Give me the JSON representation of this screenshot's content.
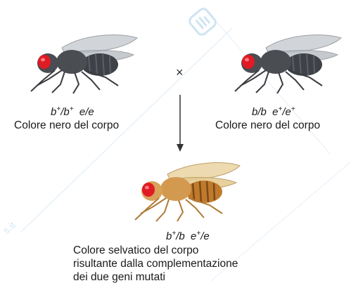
{
  "parent_left": {
    "genotype": [
      "b",
      "+",
      "/b",
      "+",
      "  e/e"
    ],
    "phenotype": "Colore nero del corpo"
  },
  "parent_right": {
    "genotype": [
      "b/b  e",
      "+",
      "/e",
      "+"
    ],
    "phenotype": "Colore nero del corpo"
  },
  "cross_symbol": "×",
  "offspring": {
    "genotype": [
      "b",
      "+",
      "/b  e",
      "+",
      "/e"
    ],
    "description": [
      "Colore selvatico del corpo",
      "risultante dalla complementazione",
      "dei due geni mutati"
    ]
  },
  "watermark": {
    "text": "s.it",
    "logo": "publisher-logo-icon"
  },
  "colors": {
    "black_body": "#4a4d52",
    "wild_body": "#c88a3c",
    "eye": "#e01b24",
    "watermark": "#cfe4f2"
  }
}
